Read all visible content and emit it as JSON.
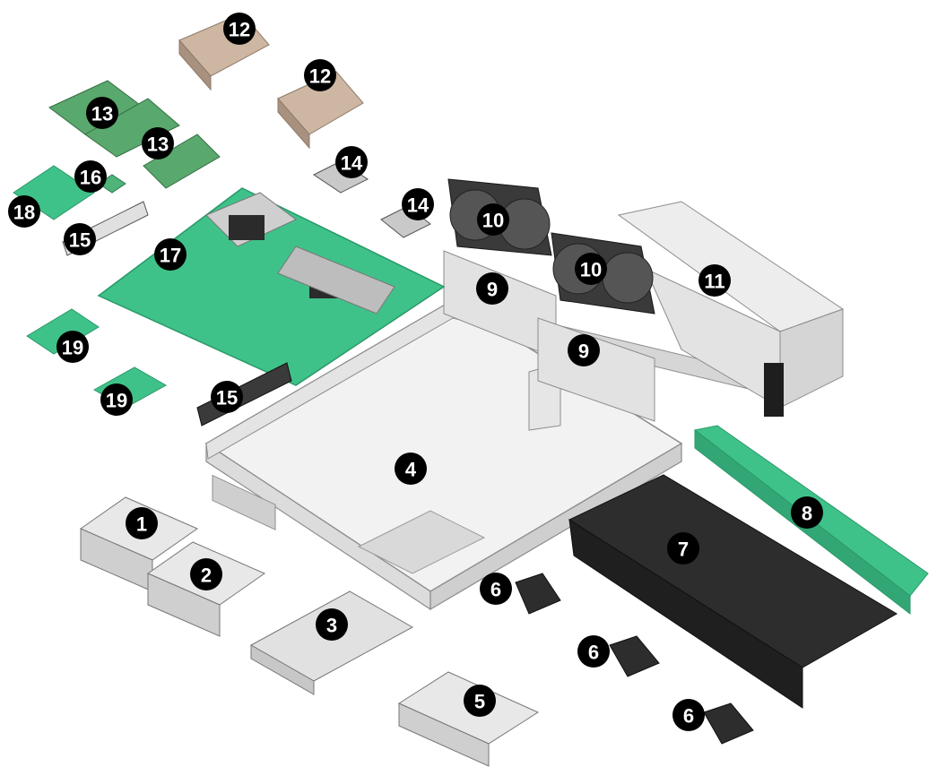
{
  "diagram": {
    "type": "exploded-view",
    "components": [
      {
        "id": "c1",
        "label": "1"
      },
      {
        "id": "c2",
        "label": "2"
      },
      {
        "id": "c3",
        "label": "3"
      },
      {
        "id": "c4",
        "label": "4"
      },
      {
        "id": "c5",
        "label": "5"
      },
      {
        "id": "c6a",
        "label": "6"
      },
      {
        "id": "c6b",
        "label": "6"
      },
      {
        "id": "c6c",
        "label": "6"
      },
      {
        "id": "c7",
        "label": "7"
      },
      {
        "id": "c8",
        "label": "8"
      },
      {
        "id": "c9a",
        "label": "9"
      },
      {
        "id": "c9b",
        "label": "9"
      },
      {
        "id": "c10a",
        "label": "10"
      },
      {
        "id": "c10b",
        "label": "10"
      },
      {
        "id": "c11",
        "label": "11"
      },
      {
        "id": "c12a",
        "label": "12"
      },
      {
        "id": "c12b",
        "label": "12"
      },
      {
        "id": "c13a",
        "label": "13"
      },
      {
        "id": "c13b",
        "label": "13"
      },
      {
        "id": "c14a",
        "label": "14"
      },
      {
        "id": "c14b",
        "label": "14"
      },
      {
        "id": "c15a",
        "label": "15"
      },
      {
        "id": "c15b",
        "label": "15"
      },
      {
        "id": "c16",
        "label": "16"
      },
      {
        "id": "c17",
        "label": "17"
      },
      {
        "id": "c18",
        "label": "18"
      },
      {
        "id": "c19a",
        "label": "19"
      },
      {
        "id": "c19b",
        "label": "19"
      }
    ]
  },
  "colors": {
    "chassis": "#e9e9e9",
    "chassis_edge": "#9a9a9a",
    "board": "#3fc28a",
    "board_dark": "#2a9968",
    "heatsink": "#cdb7a3",
    "heatsink_dark": "#8f7a68",
    "fan": "#3a3a3a",
    "duct": "#2d2d2d",
    "dimm": "#59a86d",
    "metal": "#c9c9c9",
    "callout": "#000000"
  }
}
